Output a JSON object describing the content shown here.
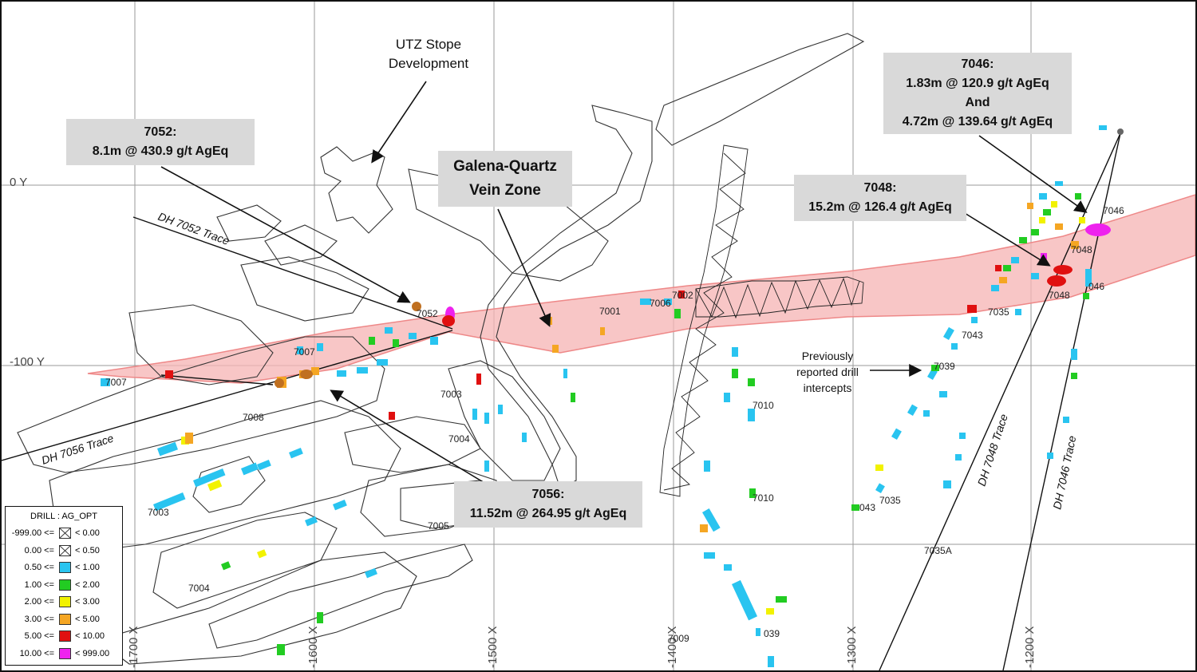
{
  "grid": {
    "y_labels": [
      "0 Y",
      "-100 Y"
    ],
    "x_labels": [
      "-1700 X",
      "-1600 X",
      "-1500 X",
      "-1400 X",
      "-1300 X",
      "-1200 X"
    ]
  },
  "callouts": {
    "hole_7052": {
      "title": "7052:",
      "line1": "8.1m @ 430.9 g/t AgEq"
    },
    "vein_zone": {
      "line1": "Galena-Quartz",
      "line2": "Vein Zone"
    },
    "hole_7048": {
      "title": "7048:",
      "line1": "15.2m @ 126.4 g/t AgEq"
    },
    "hole_7046": {
      "title": "7046:",
      "line1": "1.83m @ 120.9 g/t AgEq",
      "line2": "And",
      "line3": "4.72m @ 139.64 g/t AgEq"
    },
    "hole_7056": {
      "title": "7056:",
      "line1": "11.52m @ 264.95 g/t AgEq"
    }
  },
  "notes": {
    "utz": {
      "line1": "UTZ Stope",
      "line2": "Development"
    },
    "previous": {
      "line1": "Previously",
      "line2": "reported drill",
      "line3": "intercepts"
    }
  },
  "traces": {
    "dh7052": "DH 7052 Trace",
    "dh7056": "DH 7056 Trace",
    "dh7048": "DH 7048 Trace",
    "dh7046": "DH 7046 Trace"
  },
  "hole_labels": {
    "h7007a": "7007",
    "h7007b": "7007",
    "h7052": "7052",
    "h7008": "7008",
    "h7003a": "7003",
    "h7003b": "7003",
    "h7004a": "7004",
    "h7004b": "7004",
    "h7005": "7005",
    "h7001": "7001",
    "h7006": "7006",
    "h7002": "7002",
    "h7010a": "7010",
    "h7010b": "7010",
    "h7009": "7009",
    "h7039a": "7039",
    "h7039b": "039",
    "h7043a": "7043",
    "h7043b": "043",
    "h7035a": "7035",
    "h7035b": "7035",
    "h7035A": "7035A",
    "h7046a": "7046",
    "h7046b": "046",
    "h7048a": "7048",
    "h7048b": "7048"
  },
  "legend": {
    "title": "DRILL : AG_OPT",
    "rows": [
      {
        "low": "-999.00 <=",
        "high": "< 0.00",
        "color": "cross"
      },
      {
        "low": "0.00 <=",
        "high": "< 0.50",
        "color": "cross"
      },
      {
        "low": "0.50 <=",
        "high": "< 1.00",
        "color": "#29c4f0"
      },
      {
        "low": "1.00 <=",
        "high": "< 2.00",
        "color": "#22cc22"
      },
      {
        "low": "2.00 <=",
        "high": "< 3.00",
        "color": "#f2f200"
      },
      {
        "low": "3.00 <=",
        "high": "< 5.00",
        "color": "#f5a623"
      },
      {
        "low": "5.00 <=",
        "high": "< 10.00",
        "color": "#e01010"
      },
      {
        "low": "10.00 <=",
        "high": "< 999.00",
        "color": "#ee22ee"
      }
    ]
  }
}
